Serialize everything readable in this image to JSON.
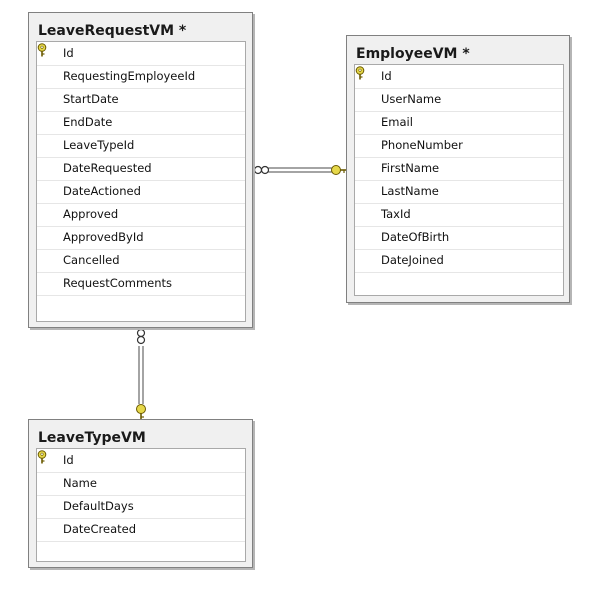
{
  "tables": {
    "leave_request": {
      "title": "LeaveRequestVM *",
      "columns": [
        "Id",
        "RequestingEmployeeId",
        "StartDate",
        "EndDate",
        "LeaveTypeId",
        "DateRequested",
        "DateActioned",
        "Approved",
        "ApprovedById",
        "Cancelled",
        "RequestComments"
      ],
      "key_column": "Id"
    },
    "employee": {
      "title": "EmployeeVM *",
      "columns": [
        "Id",
        "UserName",
        "Email",
        "PhoneNumber",
        "FirstName",
        "LastName",
        "TaxId",
        "DateOfBirth",
        "DateJoined"
      ],
      "key_column": "Id"
    },
    "leave_type": {
      "title": "LeaveTypeVM",
      "columns": [
        "Id",
        "Name",
        "DefaultDays",
        "DateCreated"
      ],
      "key_column": "Id"
    }
  },
  "relationships": [
    {
      "from": "LeaveRequestVM",
      "to": "EmployeeVM",
      "from_end": "many",
      "to_end": "key"
    },
    {
      "from": "LeaveRequestVM",
      "to": "LeaveTypeVM",
      "from_end": "many",
      "to_end": "key"
    }
  ],
  "colors": {
    "key_fill": "#e6d84a",
    "key_stroke": "#6b5a00",
    "line": "#4a4a4a"
  }
}
